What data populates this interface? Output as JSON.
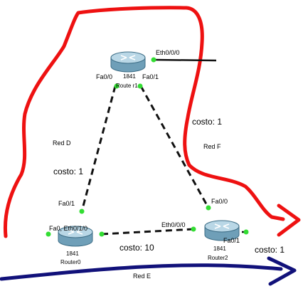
{
  "colors": {
    "annotation_red": "#ee1111",
    "annotation_blue": "#11117a",
    "link": "#111111",
    "port_ok": "#33dd33",
    "router_body": "#6f9fb8",
    "router_top": "#b9d7e6"
  },
  "routers": {
    "top": {
      "model": "1841",
      "name": "Route r1",
      "icon": "router-icon"
    },
    "left": {
      "model": "1841",
      "name": "Router0",
      "icon": "router-icon"
    },
    "right": {
      "model": "1841",
      "name": "Router2",
      "icon": "router-icon"
    }
  },
  "ports": {
    "top_eth": "Eth0/0/0",
    "top_fa00": "Fa0/0",
    "top_fa01": "Fa0/1",
    "left_fa01": "Fa0/1",
    "left_fa0_eth": "Fa0, Eth0/1/0",
    "right_eth": "Eth0/0/0",
    "right_fa00": "Fa0/0",
    "right_fa01": "Fa0/1"
  },
  "costs": {
    "left_link": "costo: 1",
    "right_link": "costo: 1",
    "bottom_link": "costo: 10",
    "out_link": "costo: 1"
  },
  "networks": {
    "d": "Red D",
    "f": "Red F",
    "e": "Red E"
  }
}
